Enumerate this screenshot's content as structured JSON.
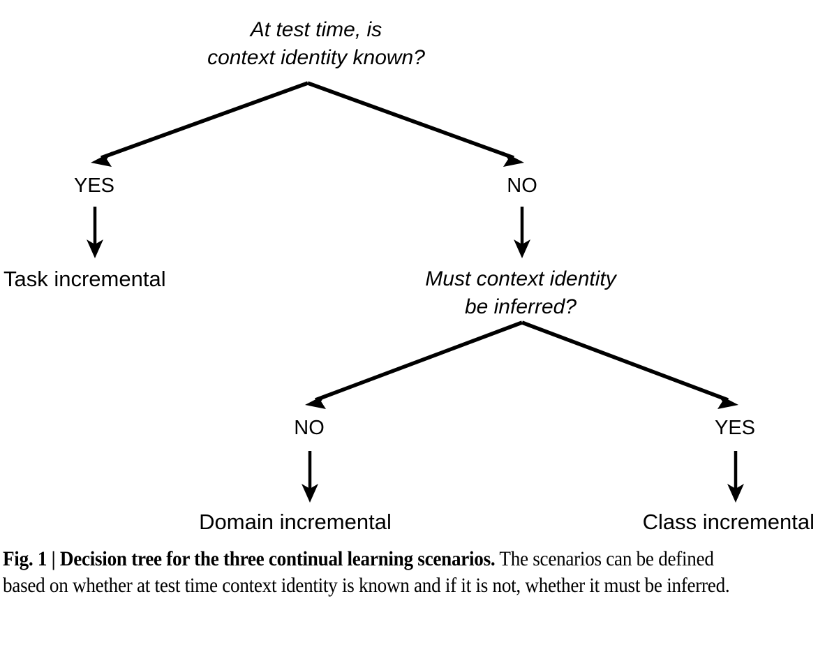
{
  "figure": {
    "tree": {
      "root_question": {
        "line1": "At test time, is",
        "line2": "context identity known?"
      },
      "level1_branches": {
        "left_label": "YES",
        "right_label": "NO"
      },
      "left_leaf": "Task incremental",
      "second_question": {
        "line1": "Must context identity",
        "line2": "be inferred?"
      },
      "level2_branches": {
        "left_label": "NO",
        "right_label": "YES"
      },
      "bottom_left_leaf": "Domain incremental",
      "bottom_right_leaf": "Class incremental"
    },
    "caption": {
      "bold_part": "Fig. 1 | Decision tree for the three continual learning scenarios.",
      "rest_part": " The scenarios can be defined based on whether at test time context identity is known and if it is not, whether it must be inferred."
    },
    "colors": {
      "ink": "#000000",
      "background": "#ffffff"
    }
  }
}
